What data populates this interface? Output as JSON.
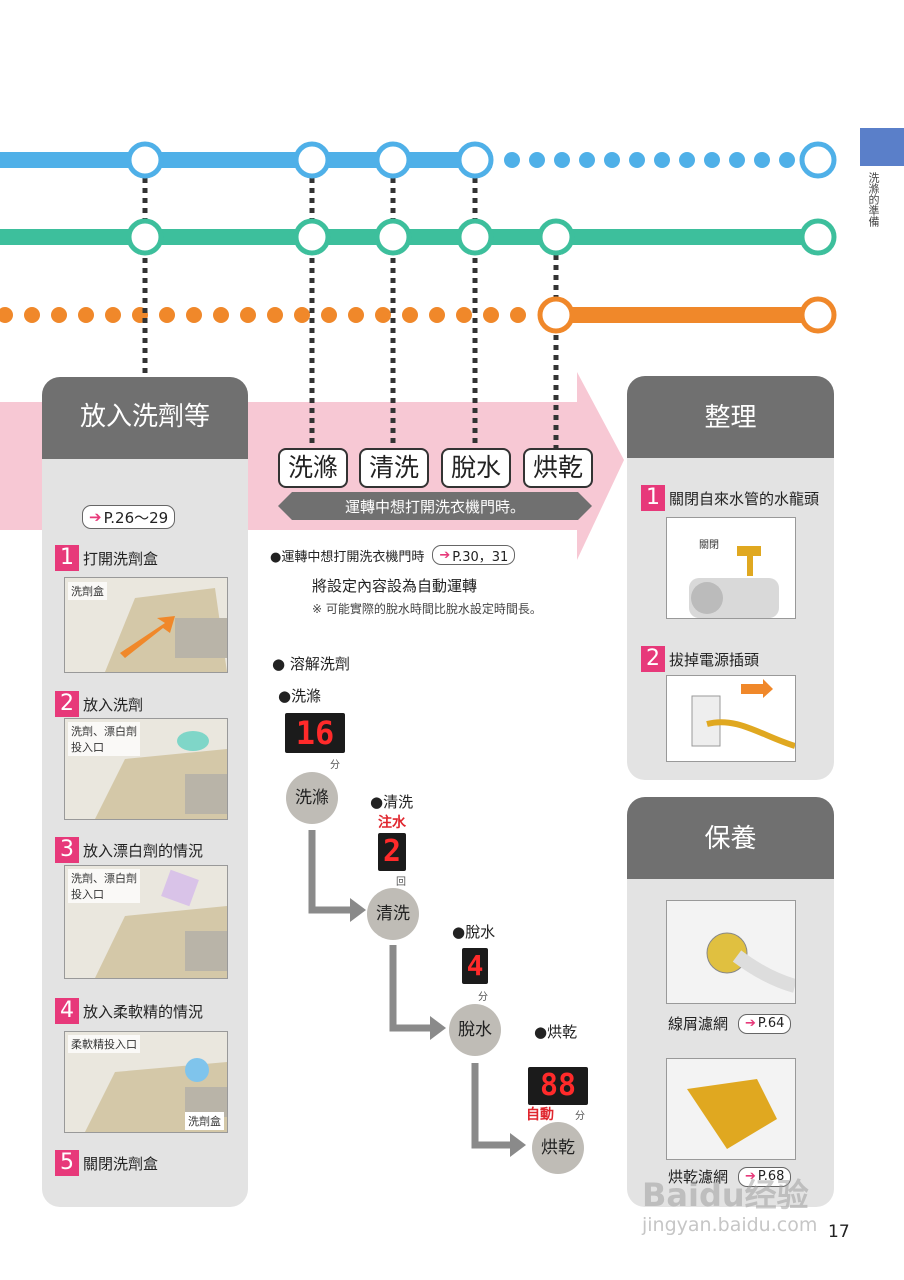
{
  "side_tab": {
    "text": "洗滌的準備",
    "color": "#5a7fc9"
  },
  "colors": {
    "blue_line": "#4fb0e8",
    "green_line": "#3dbf9c",
    "orange_line": "#f0882a",
    "pink_band": "#f7c8d4",
    "accent": "#e7397a"
  },
  "left_panel": {
    "title": "放入洗劑等",
    "ref": "P.26～29",
    "steps": [
      {
        "num": "1",
        "text": "打開洗劑盒",
        "img_label": "洗劑盒"
      },
      {
        "num": "2",
        "text": "放入洗劑",
        "img_label": "洗劑、漂白劑\n投入口"
      },
      {
        "num": "3",
        "text": "放入漂白劑的情況",
        "img_label": "洗劑、漂白劑\n投入口"
      },
      {
        "num": "4",
        "text": "放入柔軟精的情況",
        "img_label": "柔軟精投入口",
        "img_label2": "洗劑盒"
      },
      {
        "num": "5",
        "text": "關閉洗劑盒"
      }
    ]
  },
  "center": {
    "modes": [
      "洗滌",
      "清洗",
      "脫水",
      "烘乾"
    ],
    "door_banner": "運轉中想打開洗衣機門時。",
    "door_note": "●運轉中想打開洗衣機門時",
    "door_ref": "P.30，31",
    "auto_note": "將設定內容設為自動運轉",
    "auto_sub": "※  可能實際的脫水時間比脫水設定時間長。",
    "dissolve": "● 溶解洗劑",
    "stages": [
      {
        "label": "●洗滌",
        "display": "16",
        "unit": "分",
        "button": "洗滌"
      },
      {
        "label": "●清洗",
        "sub": "注水",
        "display": "2",
        "unit": "回",
        "button": "清洗"
      },
      {
        "label": "●脫水",
        "display": "4",
        "unit": "分",
        "button": "脫水"
      },
      {
        "label": "●烘乾",
        "display": "88",
        "sub": "自動",
        "unit": "分",
        "button": "烘乾"
      }
    ]
  },
  "right_top": {
    "title": "整理",
    "steps": [
      {
        "num": "1",
        "text": "關閉自來水管的水龍頭",
        "img_label": "關閉"
      },
      {
        "num": "2",
        "text": "拔掉電源插頭"
      }
    ]
  },
  "right_bottom": {
    "title": "保養",
    "items": [
      {
        "text": "線屑濾網",
        "ref": "P.64"
      },
      {
        "text": "烘乾濾網",
        "ref": "P.68"
      }
    ]
  },
  "watermark": {
    "line1": "Baidu经验",
    "line2": "jingyan.baidu.com"
  },
  "page_number": "17"
}
